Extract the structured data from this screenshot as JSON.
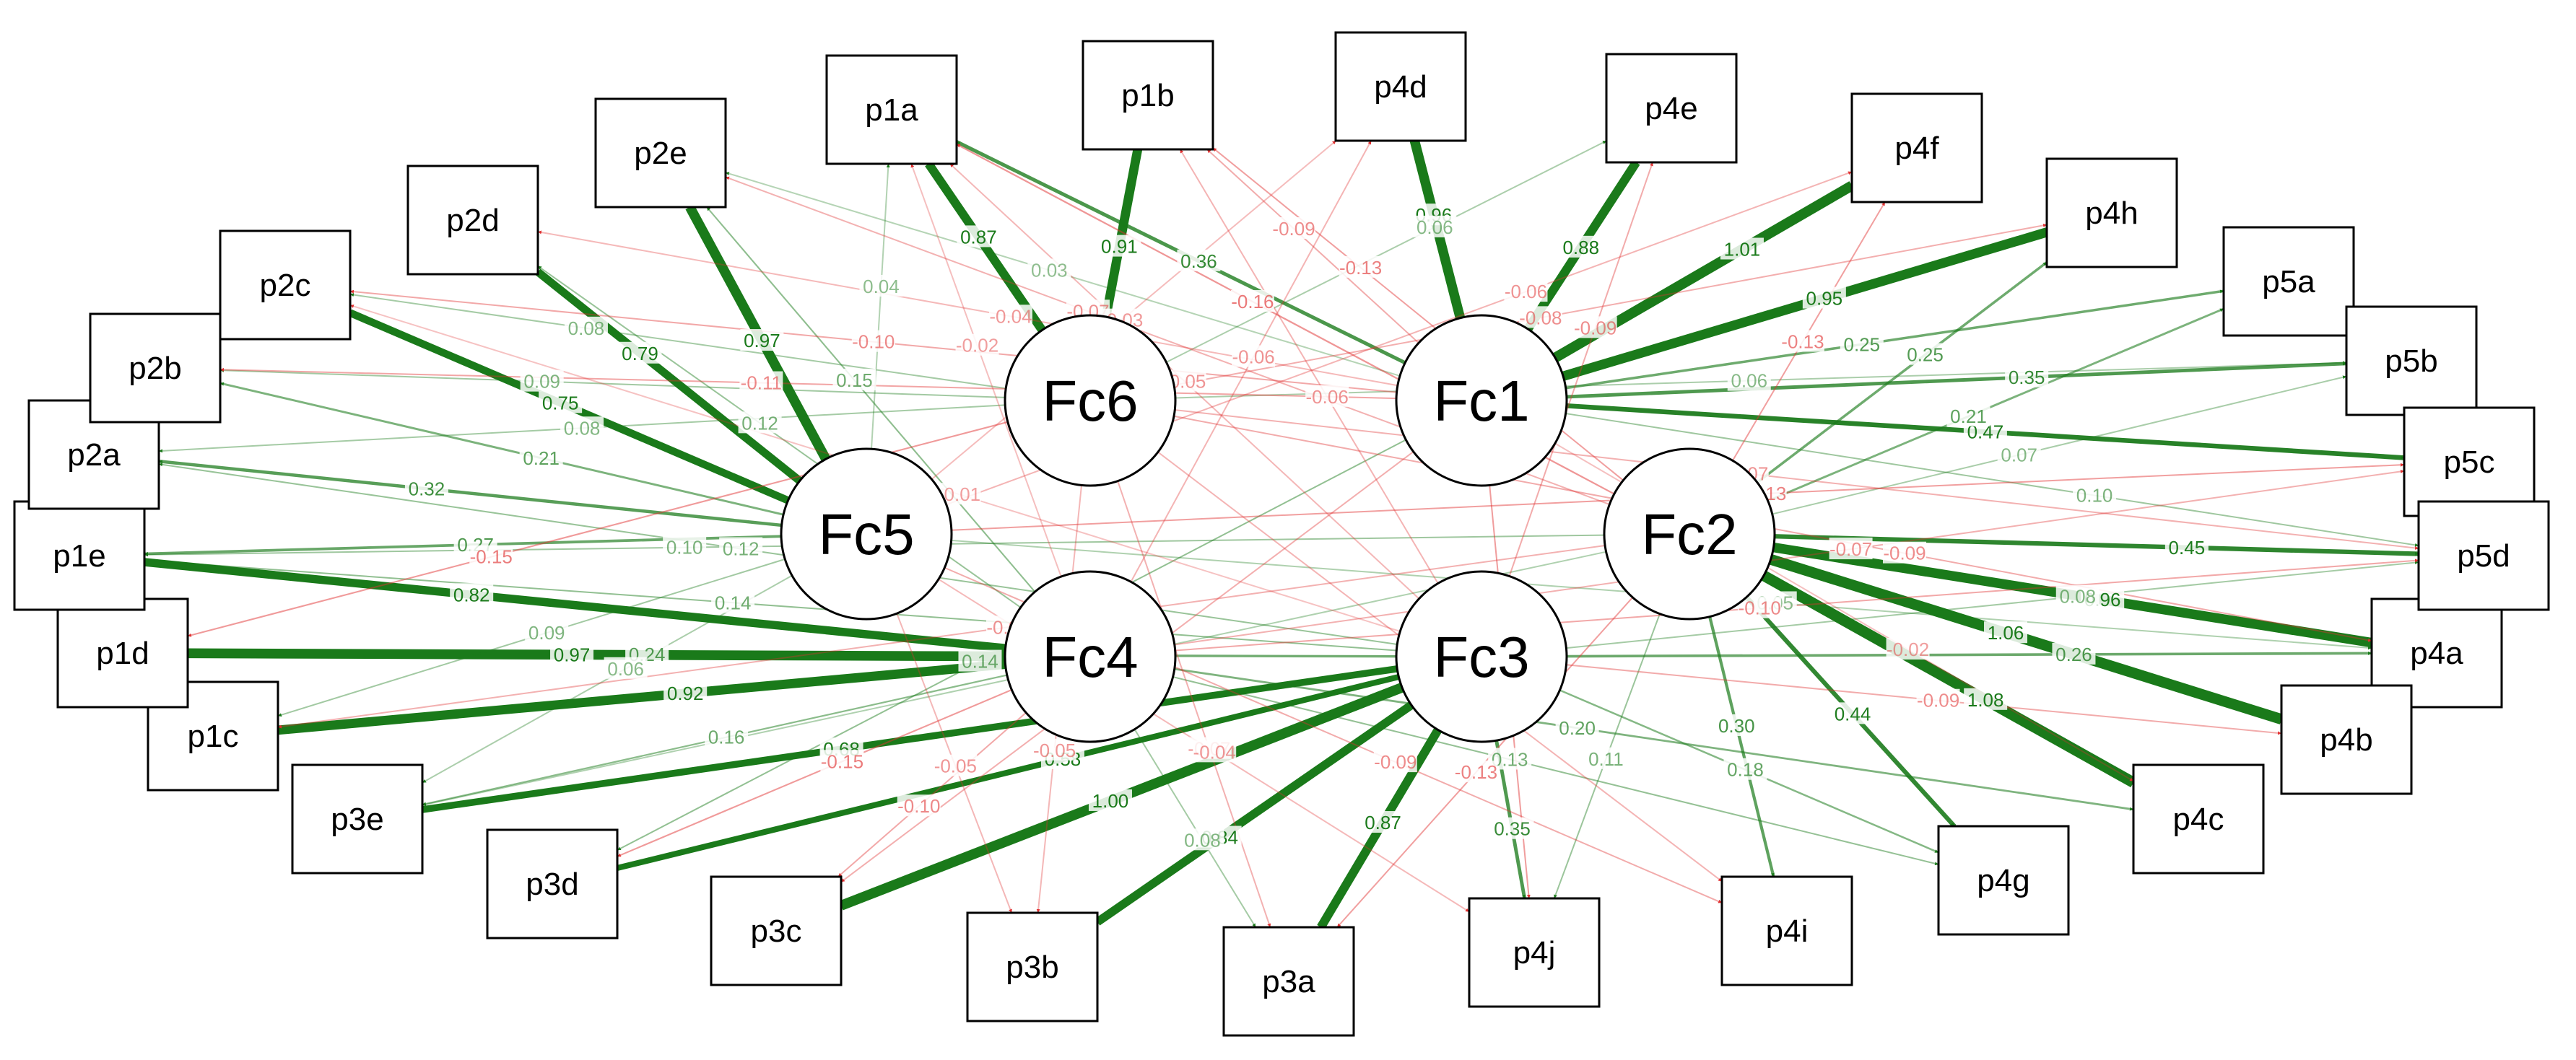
{
  "diagram": {
    "factors": [
      "Fc1",
      "Fc2",
      "Fc3",
      "Fc4",
      "Fc5",
      "Fc6"
    ],
    "variables": [
      "p1a",
      "p1b",
      "p1c",
      "p1d",
      "p1e",
      "p2a",
      "p2b",
      "p2c",
      "p2d",
      "p2e",
      "p3a",
      "p3b",
      "p3c",
      "p3d",
      "p3e",
      "p4a",
      "p4b",
      "p4c",
      "p4d",
      "p4e",
      "p4f",
      "p4g",
      "p4h",
      "p4i",
      "p4j",
      "p5a",
      "p5b",
      "p5c",
      "p5d"
    ],
    "colors": {
      "positive": "#1a7a1a",
      "negative": "#e03030",
      "node_stroke": "#000000"
    },
    "edges": [
      {
        "from": "Fc6",
        "to": "p1b",
        "value": "0.91"
      },
      {
        "from": "Fc6",
        "to": "p1a",
        "value": "0.87"
      },
      {
        "from": "Fc5",
        "to": "p2e",
        "value": "0.97"
      },
      {
        "from": "Fc5",
        "to": "p2d",
        "value": "0.79"
      },
      {
        "from": "Fc5",
        "to": "p2c",
        "value": "0.75"
      },
      {
        "from": "Fc5",
        "to": "p2b",
        "value": "0.21"
      },
      {
        "from": "Fc5",
        "to": "p2a",
        "value": "0.32"
      },
      {
        "from": "Fc5",
        "to": "p1e",
        "value": "0.27"
      },
      {
        "from": "Fc4",
        "to": "p1e",
        "value": "0.82"
      },
      {
        "from": "Fc4",
        "to": "p1d",
        "value": "0.97"
      },
      {
        "from": "Fc4",
        "to": "p1c",
        "value": "0.92"
      },
      {
        "from": "Fc1",
        "to": "p4d",
        "value": "0.96"
      },
      {
        "from": "Fc1",
        "to": "p4e",
        "value": "0.88"
      },
      {
        "from": "Fc1",
        "to": "p4f",
        "value": "1.01"
      },
      {
        "from": "Fc1",
        "to": "p4h",
        "value": "0.95"
      },
      {
        "from": "Fc1",
        "to": "p5a",
        "value": "0.25"
      },
      {
        "from": "Fc1",
        "to": "p5b",
        "value": "0.35"
      },
      {
        "from": "Fc1",
        "to": "p5c",
        "value": "0.47"
      },
      {
        "from": "Fc2",
        "to": "p5d",
        "value": "0.45"
      },
      {
        "from": "Fc2",
        "to": "p4a",
        "value": "0.96"
      },
      {
        "from": "Fc2",
        "to": "p4b",
        "value": "1.06"
      },
      {
        "from": "Fc2",
        "to": "p4c",
        "value": "1.08"
      },
      {
        "from": "Fc2",
        "to": "p4g",
        "value": "0.44"
      },
      {
        "from": "Fc2",
        "to": "p4i",
        "value": "0.30"
      },
      {
        "from": "Fc3",
        "to": "p4j",
        "value": "0.35"
      },
      {
        "from": "Fc3",
        "to": "p3a",
        "value": "0.87"
      },
      {
        "from": "Fc3",
        "to": "p3b",
        "value": "0.84"
      },
      {
        "from": "Fc3",
        "to": "p3c",
        "value": "1.00"
      },
      {
        "from": "Fc3",
        "to": "p3d",
        "value": "0.58"
      },
      {
        "from": "Fc3",
        "to": "p3e",
        "value": "0.68"
      },
      {
        "from": "Fc4",
        "to": "p3e",
        "value": "0.16"
      },
      {
        "from": "Fc3",
        "to": "p1d",
        "value": "0.24"
      },
      {
        "from": "Fc3",
        "to": "p1e",
        "value": "0.14"
      },
      {
        "from": "Fc2",
        "to": "p5a",
        "value": "0.21"
      },
      {
        "from": "Fc2",
        "to": "p4h",
        "value": "0.25"
      },
      {
        "from": "Fc3",
        "to": "p4g",
        "value": "0.18"
      },
      {
        "from": "Fc3",
        "to": "p4a",
        "value": "0.26"
      },
      {
        "from": "Fc4",
        "to": "p2d",
        "value": "0.12"
      },
      {
        "from": "Fc5",
        "to": "p3e",
        "value": "0.06"
      },
      {
        "from": "Fc6",
        "to": "p2b",
        "value": "0.09"
      },
      {
        "from": "Fc6",
        "to": "p2a",
        "value": "0.08"
      },
      {
        "from": "Fc6",
        "to": "p2c",
        "value": "0.08"
      },
      {
        "from": "Fc4",
        "to": "p2e",
        "value": "0.15"
      },
      {
        "from": "Fc1",
        "to": "p1a",
        "value": "0.36"
      },
      {
        "from": "Fc3",
        "to": "p5d",
        "value": "0.08"
      },
      {
        "from": "Fc2",
        "to": "p4j",
        "value": "0.11"
      },
      {
        "from": "Fc4",
        "to": "p4c",
        "value": "0.20"
      },
      {
        "from": "Fc4",
        "to": "p3a",
        "value": "0.08"
      },
      {
        "from": "Fc5",
        "to": "p1c",
        "value": "0.09"
      },
      {
        "from": "Fc6",
        "to": "p4e",
        "value": "0.06"
      },
      {
        "from": "Fc1",
        "to": "p2e",
        "value": "0.03"
      },
      {
        "from": "Fc2",
        "to": "p5b",
        "value": "0.07"
      },
      {
        "from": "Fc5",
        "to": "p1a",
        "value": "0.04"
      },
      {
        "from": "Fc2",
        "to": "p3e",
        "value": "0.05"
      },
      {
        "from": "Fc1",
        "to": "p5d",
        "value": "0.10"
      },
      {
        "from": "Fc3",
        "to": "p2a",
        "value": "0.12"
      },
      {
        "from": "Fc4",
        "to": "p4g",
        "value": "0.13"
      },
      {
        "from": "Fc5",
        "to": "p4a",
        "value": "0.05"
      },
      {
        "from": "Fc6",
        "to": "p5b",
        "value": "0.06"
      },
      {
        "from": "Fc2",
        "to": "p1e",
        "value": "0.10"
      },
      {
        "from": "Fc1",
        "to": "p3d",
        "value": "0.14"
      },
      {
        "from": "Fc1",
        "to": "p2d",
        "value": "-0.04"
      },
      {
        "from": "Fc1",
        "to": "p1b",
        "value": "-0.09"
      },
      {
        "from": "Fc1",
        "to": "p2c",
        "value": "-0.10"
      },
      {
        "from": "Fc2",
        "to": "p1b",
        "value": "-0.13"
      },
      {
        "from": "Fc2",
        "to": "p1a",
        "value": "-0.16"
      },
      {
        "from": "Fc2",
        "to": "p4f",
        "value": "-0.13"
      },
      {
        "from": "Fc3",
        "to": "p4e",
        "value": "-0.09"
      },
      {
        "from": "Fc4",
        "to": "p4d",
        "value": "-0.06"
      },
      {
        "from": "Fc6",
        "to": "p4h",
        "value": "-0.08"
      },
      {
        "from": "Fc5",
        "to": "p5c",
        "value": "-0.13"
      },
      {
        "from": "Fc4",
        "to": "p5d",
        "value": "-0.10"
      },
      {
        "from": "Fc6",
        "to": "p4a",
        "value": "-0.09"
      },
      {
        "from": "Fc3",
        "to": "p4b",
        "value": "-0.09"
      },
      {
        "from": "Fc4",
        "to": "p3d",
        "value": "-0.15"
      },
      {
        "from": "Fc4",
        "to": "p3c",
        "value": "-0.10"
      },
      {
        "from": "Fc1",
        "to": "p3c",
        "value": "-0.08"
      },
      {
        "from": "Fc6",
        "to": "p3b",
        "value": "-0.05"
      },
      {
        "from": "Fc2",
        "to": "p3a",
        "value": "-0.13"
      },
      {
        "from": "Fc1",
        "to": "p4j",
        "value": "-0.14"
      },
      {
        "from": "Fc5",
        "to": "p4i",
        "value": "-0.09"
      },
      {
        "from": "Fc6",
        "to": "p4i",
        "value": "-0.06"
      },
      {
        "from": "Fc6",
        "to": "p1d",
        "value": "-0.15"
      },
      {
        "from": "Fc1",
        "to": "p2b",
        "value": "-0.11"
      },
      {
        "from": "Fc2",
        "to": "p1c",
        "value": "-0.07"
      },
      {
        "from": "Fc2",
        "to": "p2e",
        "value": "-0.07"
      },
      {
        "from": "Fc3",
        "to": "p1a",
        "value": "-0.05"
      },
      {
        "from": "Fc5",
        "to": "p4f",
        "value": "-0.06"
      },
      {
        "from": "Fc4",
        "to": "p5c",
        "value": "-0.07"
      },
      {
        "from": "Fc6",
        "to": "p5d",
        "value": "-0.07"
      },
      {
        "from": "Fc6",
        "to": "p3a",
        "value": "-0.07"
      },
      {
        "from": "Fc5",
        "to": "p3b",
        "value": "-0.05"
      },
      {
        "from": "Fc3",
        "to": "p2c",
        "value": "-0.01"
      },
      {
        "from": "Fc4",
        "to": "p1a",
        "value": "-0.02"
      },
      {
        "from": "Fc5",
        "to": "p4d",
        "value": "-0.03"
      },
      {
        "from": "Fc1",
        "to": "p4c",
        "value": "-0.02"
      },
      {
        "from": "Fc5",
        "to": "p4j",
        "value": "-0.04"
      },
      {
        "from": "Fc3",
        "to": "p1b",
        "value": "-0.06"
      }
    ]
  }
}
